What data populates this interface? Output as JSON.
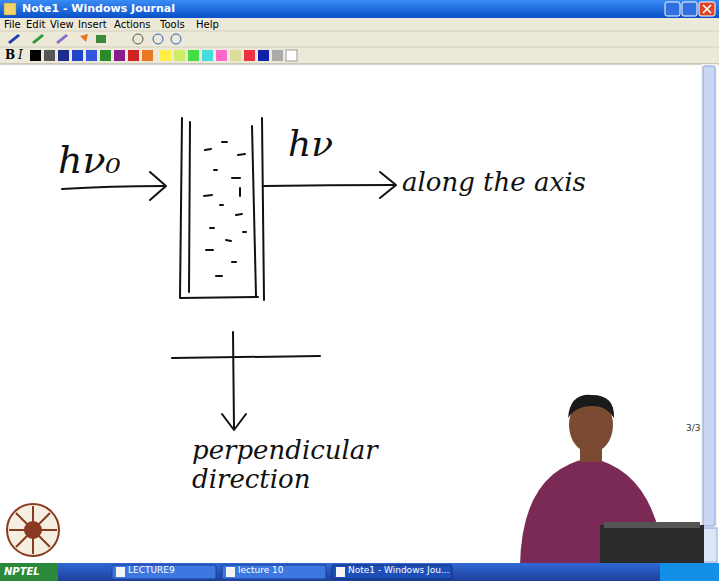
{
  "diagram": {
    "labels": [
      "Note1 - Windows Journal",
      "File",
      "Edit",
      "View",
      "Insert",
      "Actions",
      "Tools",
      "Help",
      "B",
      "I",
      "hν₀",
      "hν",
      "along the axis",
      "perpendicular direction",
      "3/3",
      "NPTEL",
      "LECTURE9",
      "lecture 10",
      "Note1 - Windows Jou..."
    ]
  }
}
